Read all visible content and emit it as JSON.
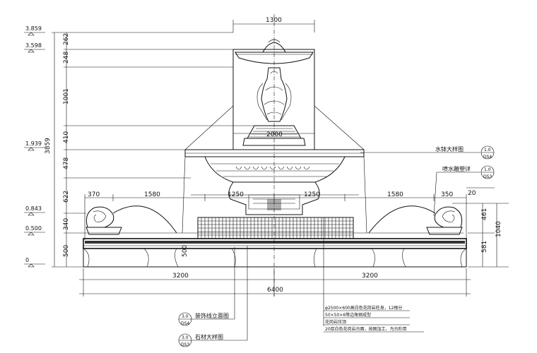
{
  "levels": [
    {
      "id": "level_top",
      "value": "3.859"
    },
    {
      "id": "level_cap",
      "value": "3.598"
    },
    {
      "id": "level_mid",
      "value": "1.939"
    },
    {
      "id": "level_edge",
      "value": "0.843"
    },
    {
      "id": "level_base",
      "value": "0.500"
    },
    {
      "id": "level_zero",
      "value": "0"
    }
  ],
  "left_dims": {
    "overall": "3859",
    "segments": [
      "262",
      "248",
      "1001",
      "410",
      "478",
      "622",
      "340",
      "500"
    ]
  },
  "right_dims": {
    "small": "20",
    "segments": [
      "461",
      "581"
    ],
    "overall": "1040"
  },
  "top_dims": {
    "center_width": "1300",
    "basin_width": "2000"
  },
  "span_dims": [
    "370",
    "1580",
    "1250",
    "1250",
    "1580",
    "350"
  ],
  "bottom_dims": {
    "left_half": "3200",
    "right_half": "3200",
    "total": "6400"
  },
  "base_height": "500",
  "callouts": {
    "right_1": {
      "label": "水钵大样图",
      "code_top": "1.0",
      "code_bottom": "DS4"
    },
    "right_2": {
      "label": "喷水雕塑详",
      "code_top": "1.0",
      "code_bottom": "DS3"
    },
    "bottom_1": {
      "label": "装饰线立面图",
      "code_top": "3.0",
      "code_bottom": "DS4"
    },
    "bottom_2": {
      "label": "石材大样图",
      "code_top": "3.0",
      "code_bottom": "DS3"
    }
  },
  "notes": [
    "φ2500×600高白色花岗岩柱身，12根分",
    "50×50×6等边角钢成型",
    "花岗岩压顶",
    "20厚白色花岗岩台面，按图加工、为台阶用"
  ]
}
